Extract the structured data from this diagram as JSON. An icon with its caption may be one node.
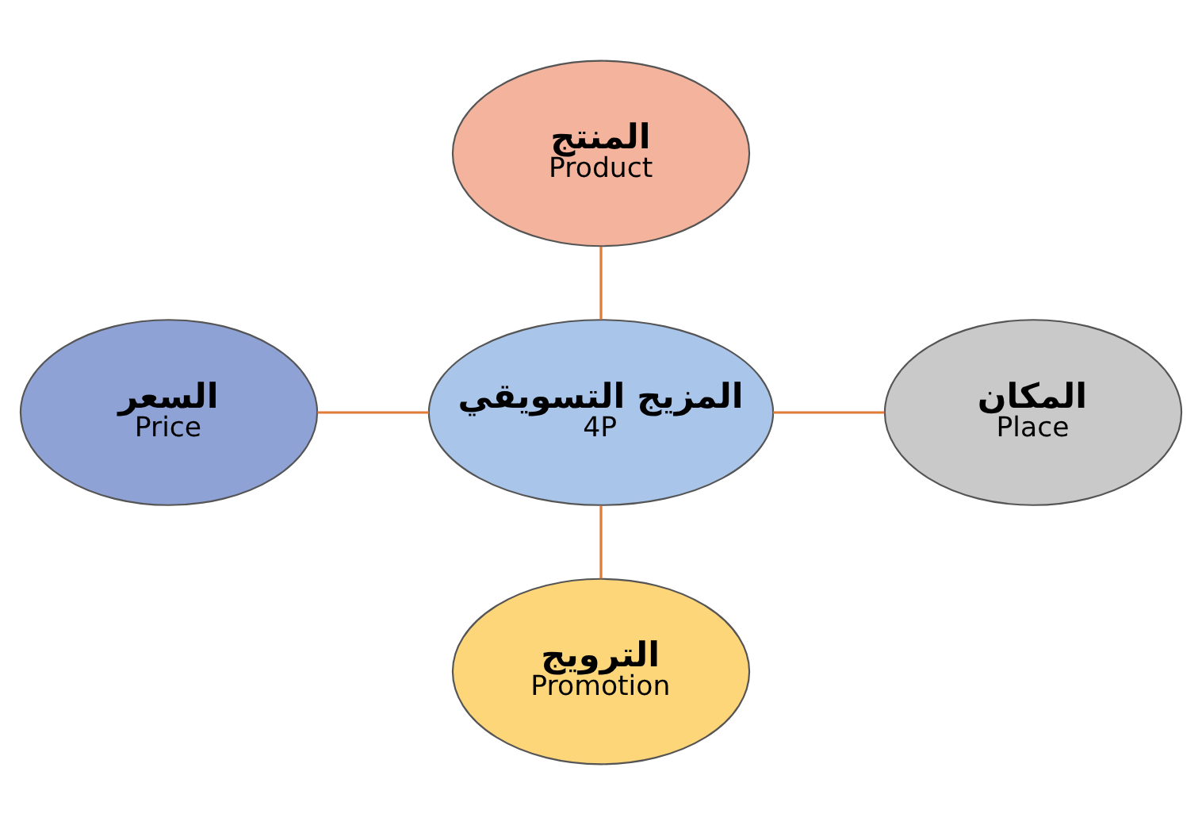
{
  "diagram": {
    "nodes": [
      {
        "text": [
          "المنتج",
          "Product"
        ]
      },
      {
        "text": [
          "السعر",
          "Price"
        ]
      },
      {
        "text": [
          "المزيج التسويقي",
          "4P"
        ]
      },
      {
        "text": [
          "المكان",
          "Place"
        ]
      },
      {
        "text": [
          "الترويج",
          "Promotion"
        ]
      }
    ],
    "edges": [
      {
        "from": 0,
        "to": 2,
        "arrow": "none"
      },
      {
        "from": 1,
        "to": 2,
        "arrow": "none"
      },
      {
        "from": 2,
        "to": 3,
        "arrow": "none"
      },
      {
        "from": 2,
        "to": 4,
        "arrow": "none"
      }
    ]
  }
}
